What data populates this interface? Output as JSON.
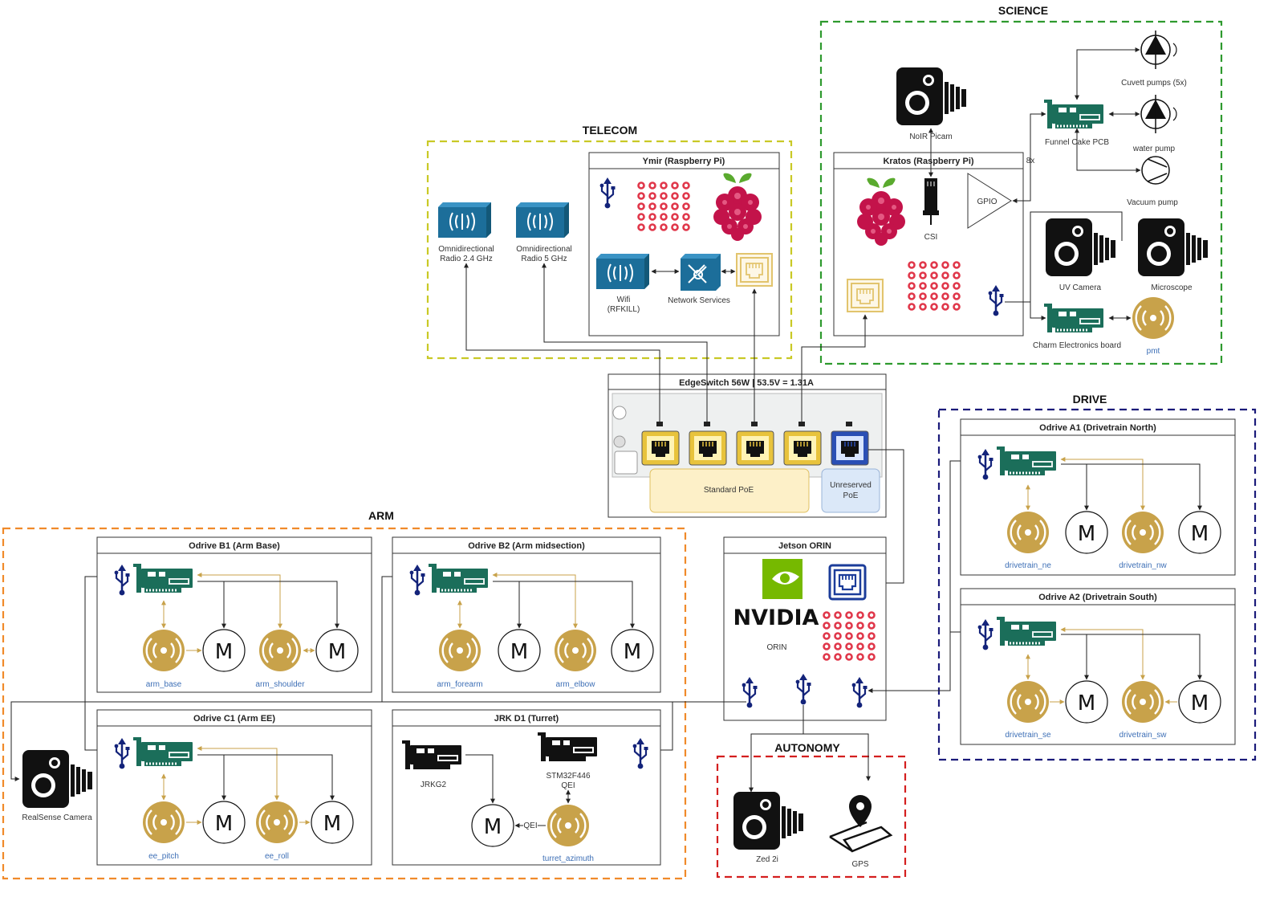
{
  "groups": {
    "telecom": "TELECOM",
    "science": "SCIENCE",
    "drive": "DRIVE",
    "arm": "ARM",
    "autonomy": "AUTONOMY"
  },
  "telecom": {
    "radio24": [
      "Omnidirectional",
      "Radio 2.4 GHz"
    ],
    "radio5": [
      "Omnidirectional",
      "Radio 5 GHz"
    ],
    "ymir_title": "Ymir (Raspberry Pi)",
    "wifi": [
      "Wifi",
      "(RFKILL)"
    ],
    "network_services": "Network Services"
  },
  "science": {
    "noir_picam": "NoIR Picam",
    "kratos_title": "Kratos (Raspberry Pi)",
    "csi": "CSI",
    "gpio": "GPIO",
    "funnel_cake": "Funnel Cake PCB",
    "count_8x": "8x",
    "cuvett_pumps": "Cuvett pumps (5x)",
    "water_pump": "water pump",
    "vacuum_pump": "Vacuum pump",
    "uv_camera": "UV Camera",
    "microscope": "Microscope",
    "charm_board": "Charm Electronics board",
    "pmt": "pmt"
  },
  "switch": {
    "title": "EdgeSwitch 56W | 53.5V = 1.31A",
    "standard_poe": "Standard PoE",
    "unreserved_poe": [
      "Unreserved",
      "PoE"
    ]
  },
  "jetson": {
    "title": "Jetson ORIN",
    "brand": "NVIDIA",
    "model": "ORIN"
  },
  "drive": {
    "a1_title": "Odrive A1 (Drivetrain North)",
    "a2_title": "Odrive A2 (Drivetrain South)",
    "ne": "drivetrain_ne",
    "nw": "drivetrain_nw",
    "se": "drivetrain_se",
    "sw": "drivetrain_sw"
  },
  "arm": {
    "b1_title": "Odrive B1 (Arm Base)",
    "b2_title": "Odrive B2 (Arm midsection)",
    "c1_title": "Odrive C1 (Arm EE)",
    "d1_title": "JRK D1 (Turret)",
    "arm_base": "arm_base",
    "arm_shoulder": "arm_shoulder",
    "arm_forearm": "arm_forearm",
    "arm_elbow": "arm_elbow",
    "ee_pitch": "ee_pitch",
    "ee_roll": "ee_roll",
    "turret_azimuth": "turret_azimuth",
    "jrkg2": "JRKG2",
    "stm32": "STM32F446",
    "qei": "QEI",
    "qei_link": "QEI",
    "realsense": "RealSense Camera",
    "motor_letter": "M"
  },
  "autonomy": {
    "zed": "Zed 2i",
    "gps": "GPS"
  },
  "colors": {
    "telecom": "#c9c926",
    "science": "#2e9a2e",
    "drive": "#1b1b7a",
    "arm": "#f08a2a",
    "autonomy": "#d41f1f",
    "encoder_gold": "#c8a24a",
    "pcb_green": "#1b6e5a",
    "usb_blue": "#13237a",
    "cisco_blue": "#1c6e9a",
    "nvidia_green": "#76b900",
    "rpi_red": "#c3134a"
  },
  "icons": [
    "usb-icon",
    "pcb-icon",
    "encoder-icon",
    "motor-icon",
    "camera-icon",
    "raspberry-icon",
    "ethernet-port-icon",
    "radio-icon",
    "router-icon",
    "chip-icon",
    "pump-icon",
    "gps-icon",
    "nvidia-logo-icon",
    "led-array-icon"
  ]
}
